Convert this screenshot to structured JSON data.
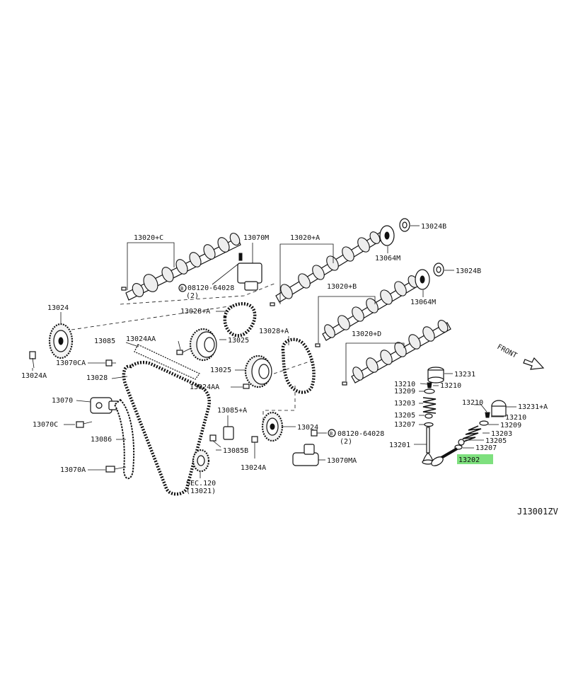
{
  "diagram_code": "J13001ZV",
  "front_label": "FRONT",
  "highlighted_part": "13202",
  "labels": {
    "l13020c": "13020+C",
    "l13070m": "13070M",
    "l13020a": "13020+A",
    "l13024b_1": "13024B",
    "l13064m_1": "13064M",
    "l13024b_2": "13024B",
    "l13020b": "13020+B",
    "l08120a": "08120-64028",
    "l08120a_qty": "(2)",
    "l13028a_1": "13028+A",
    "l13024_left": "13024",
    "l13024aa_1": "13024AA",
    "l13025_1": "13025",
    "l13085": "13085",
    "l13070ca": "13070CA",
    "l13024a_left": "13024A",
    "l13028": "13028",
    "l13028a_2": "13028+A",
    "l13064m_2": "13064M",
    "l13020d": "13020+D",
    "l13025_2": "13025",
    "l13024aa_2": "13024AA",
    "l13070": "13070",
    "l13070c": "13070C",
    "l13085a": "13085+A",
    "l13024_right": "13024",
    "l08120b": "08120-64028",
    "l08120b_qty": "(2)",
    "l13086": "13086",
    "l13085b": "13085B",
    "l13070a": "13070A",
    "l13024a_mid": "13024A",
    "l13070ma": "13070MA",
    "l_sec120": "SEC.120",
    "l_sec120_ref": "(13021)",
    "l13231": "13231",
    "l13210_1": "13210",
    "l13210_2": "13210",
    "l13209_1": "13209",
    "l13203_1": "13203",
    "l13205_1": "13205",
    "l13207_1": "13207",
    "l13201": "13201",
    "l13210_3": "13210",
    "l13231a": "13231+A",
    "l13210_4": "13210",
    "l13209_2": "13209",
    "l13203_2": "13203",
    "l13205_2": "13205",
    "l13207_2": "13207",
    "l13202": "13202"
  }
}
